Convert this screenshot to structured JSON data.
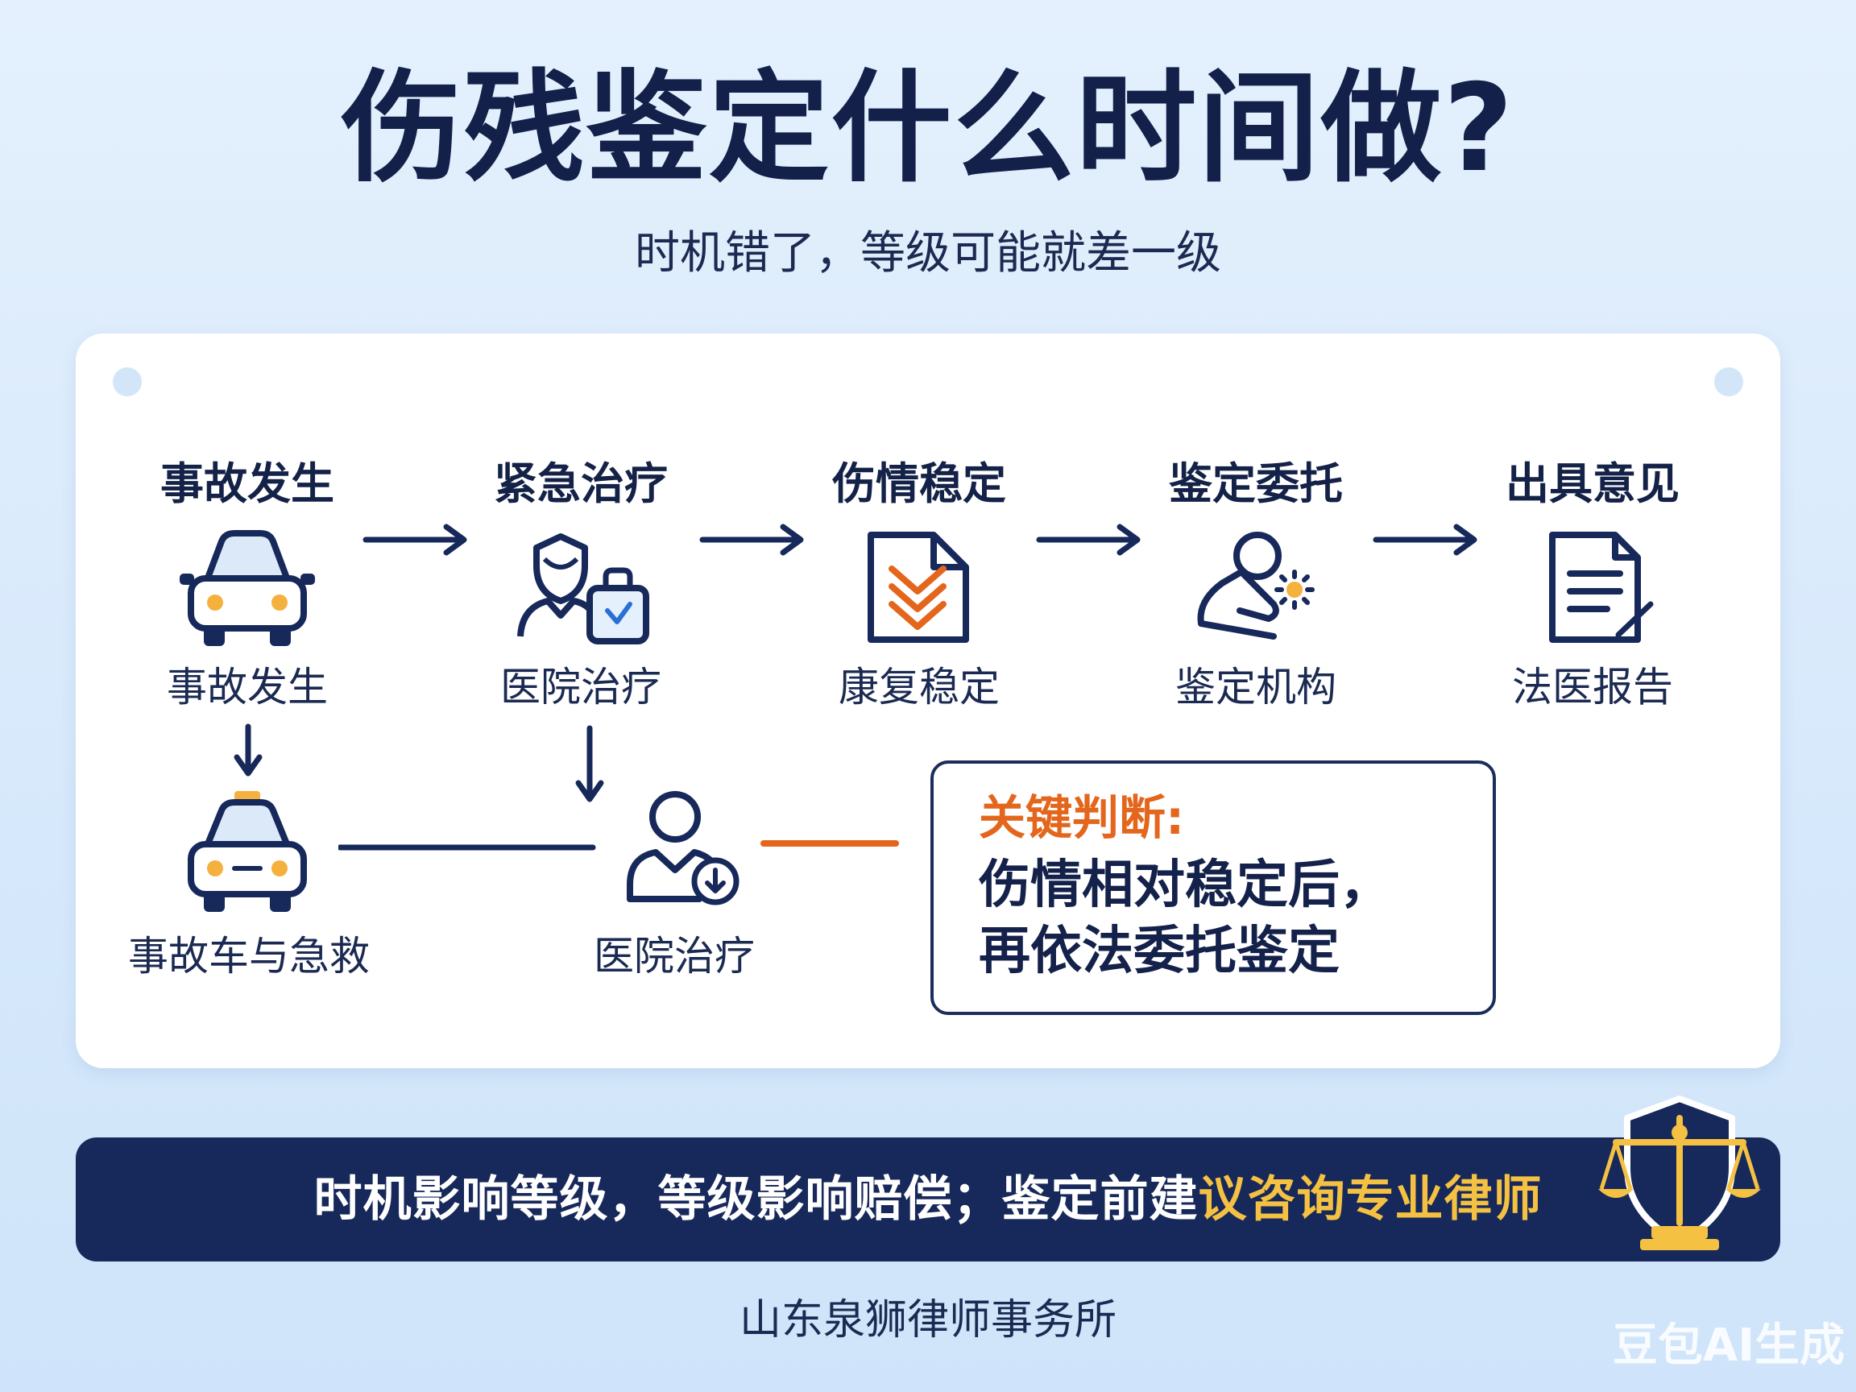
{
  "header": {
    "title": "伤残鉴定什么时间做?",
    "subtitle": "时机错了，等级可能就差一级"
  },
  "flow": {
    "steps": [
      {
        "title": "事故发生",
        "label": "事故发生",
        "icon": "car-icon"
      },
      {
        "title": "紧急治疗",
        "label": "医院治疗",
        "icon": "doctor-bag-icon"
      },
      {
        "title": "伤情稳定",
        "label": "康复稳定",
        "icon": "document-check-icon"
      },
      {
        "title": "鉴定委托",
        "label": "鉴定机构",
        "icon": "handshake-icon"
      },
      {
        "title": "出具意见",
        "label": "法医报告",
        "icon": "report-icon"
      }
    ],
    "branch": [
      {
        "label": "事故车与急救",
        "icon": "taxi-icon"
      },
      {
        "label": "医院治疗",
        "icon": "patient-icon"
      }
    ]
  },
  "callout": {
    "heading": "关键判断:",
    "line1": "伤情相对稳定后，",
    "line2": "再依法委托鉴定"
  },
  "banner": {
    "text_main": "时机影响等级，等级影响赔偿；鉴定前建",
    "text_highlight": "议咨询专业律师",
    "icon": "scales-shield-icon"
  },
  "footer": {
    "firm": "山东泉狮律师事务所",
    "watermark": "豆包AI生成"
  },
  "colors": {
    "navy": "#17285a",
    "orange": "#e4661c",
    "gold": "#f4c142",
    "panel": "#ffffff"
  }
}
